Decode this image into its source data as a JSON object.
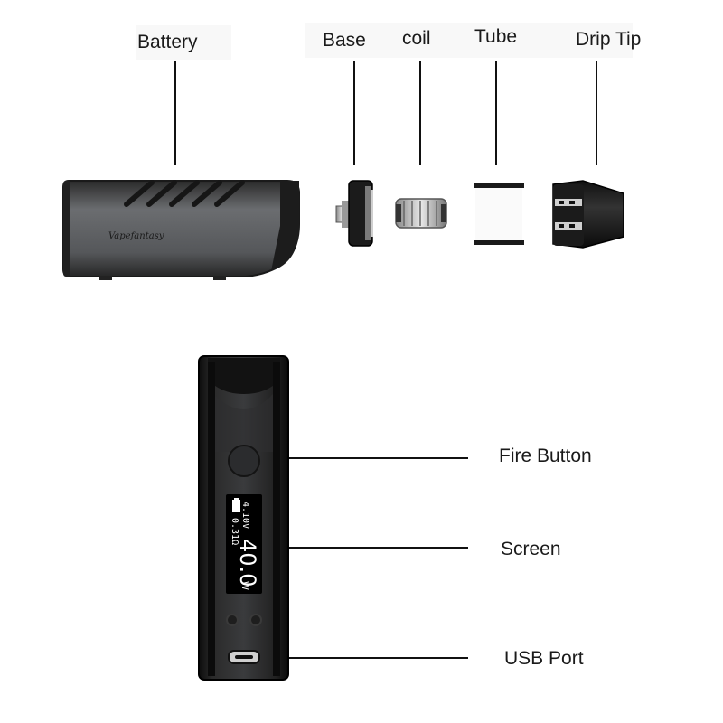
{
  "top_labels": {
    "battery": "Battery",
    "base": "Base",
    "coil": "coil",
    "tube": "Tube",
    "drip_tip": "Drip Tip"
  },
  "side_labels": {
    "fire_button": "Fire Button",
    "screen": "Screen",
    "usb_port": "USB Port"
  },
  "brand_logo_text": "Vapefantasy",
  "screen_display": {
    "voltage": "4.10V",
    "resistance": "0.31Ω",
    "wattage": "40.0",
    "wattage_unit": "W"
  },
  "colors": {
    "body_dark": "#1c1c1c",
    "body_gray": "#5a5c5f",
    "metal": "#c8c8c8",
    "screen_bg": "#000000",
    "screen_text": "#ffffff",
    "line": "#111111"
  }
}
